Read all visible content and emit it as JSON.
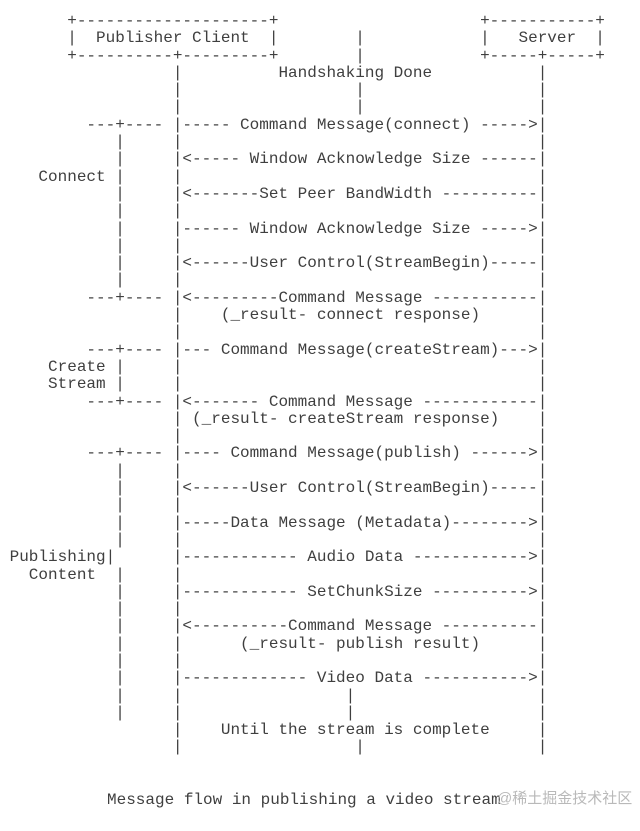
{
  "colors": {
    "background": "#ffffff",
    "text": "#3f3f3f",
    "watermark": "#b9b9b9"
  },
  "diagram": {
    "participants": [
      "Publisher Client",
      "Server"
    ],
    "phase_labels": [
      "Connect",
      "Create Stream",
      "Publishing Content"
    ],
    "notes": [
      "Handshaking Done",
      "Until the stream is complete"
    ],
    "messages": [
      {
        "from": "client",
        "to": "server",
        "label": "Command Message(connect)"
      },
      {
        "from": "server",
        "to": "client",
        "label": "Window Acknowledge Size"
      },
      {
        "from": "server",
        "to": "client",
        "label": "Set Peer BandWidth"
      },
      {
        "from": "client",
        "to": "server",
        "label": "Window Acknowledge Size"
      },
      {
        "from": "server",
        "to": "client",
        "label": "User Control(StreamBegin)"
      },
      {
        "from": "server",
        "to": "client",
        "label": "Command Message (_result- connect response)"
      },
      {
        "from": "client",
        "to": "server",
        "label": "Command Message(createStream)"
      },
      {
        "from": "server",
        "to": "client",
        "label": "Command Message (_result- createStream response)"
      },
      {
        "from": "client",
        "to": "server",
        "label": "Command Message(publish)"
      },
      {
        "from": "server",
        "to": "client",
        "label": "User Control(StreamBegin)"
      },
      {
        "from": "client",
        "to": "server",
        "label": "Data Message (Metadata)"
      },
      {
        "from": "client",
        "to": "server",
        "label": "Audio Data"
      },
      {
        "from": "client",
        "to": "server",
        "label": "SetChunkSize"
      },
      {
        "from": "server",
        "to": "client",
        "label": "Command Message (_result- publish result)"
      },
      {
        "from": "client",
        "to": "server",
        "label": "Video Data"
      }
    ],
    "lines": [
      "       +--------------------+                     +-----------+",
      "       |  Publisher Client  |        |            |   Server  |",
      "       +----------+---------+        |            +-----+-----+",
      "                  |          Handshaking Done           |",
      "                  |                  |                  |",
      "                  |                  |                  |",
      "         ---+---- |----- Command Message(connect) ----->|",
      "            |     |                                     |",
      "            |     |<----- Window Acknowledge Size ------|",
      "    Connect |     |                                     |",
      "            |     |<-------Set Peer BandWidth ----------|",
      "            |     |                                     |",
      "            |     |------ Window Acknowledge Size ----->|",
      "            |     |                                     |",
      "            |     |<------User Control(StreamBegin)-----|",
      "            |     |                                     |",
      "         ---+---- |<---------Command Message -----------|",
      "                  |    (_result- connect response)      |",
      "                  |                                     |",
      "         ---+---- |--- Command Message(createStream)--->|",
      "     Create |     |                                     |",
      "     Stream |     |                                     |",
      "         ---+---- |<------- Command Message ------------|",
      "                  | (_result- createStream response)    |",
      "                  |                                     |",
      "         ---+---- |---- Command Message(publish) ------>|",
      "            |     |                                     |",
      "            |     |<------User Control(StreamBegin)-----|",
      "            |     |                                     |",
      "            |     |-----Data Message (Metadata)-------->|",
      "            |     |                                     |",
      " Publishing|      |------------ Audio Data ------------>|",
      "   Content  |     |                                     |",
      "            |     |------------ SetChunkSize ---------->|",
      "            |     |                                     |",
      "            |     |<----------Command Message ----------|",
      "            |     |      (_result- publish result)      |",
      "            |     |                                     |",
      "            |     |------------- Video Data ----------->|",
      "            |     |                 |                   |",
      "            |     |                 |                   |",
      "                  |    Until the stream is complete     |",
      "                  |                  |                  |"
    ]
  },
  "caption": {
    "text": "Message flow in publishing a video stream"
  },
  "watermark": {
    "text": "@稀土掘金技术社区"
  }
}
